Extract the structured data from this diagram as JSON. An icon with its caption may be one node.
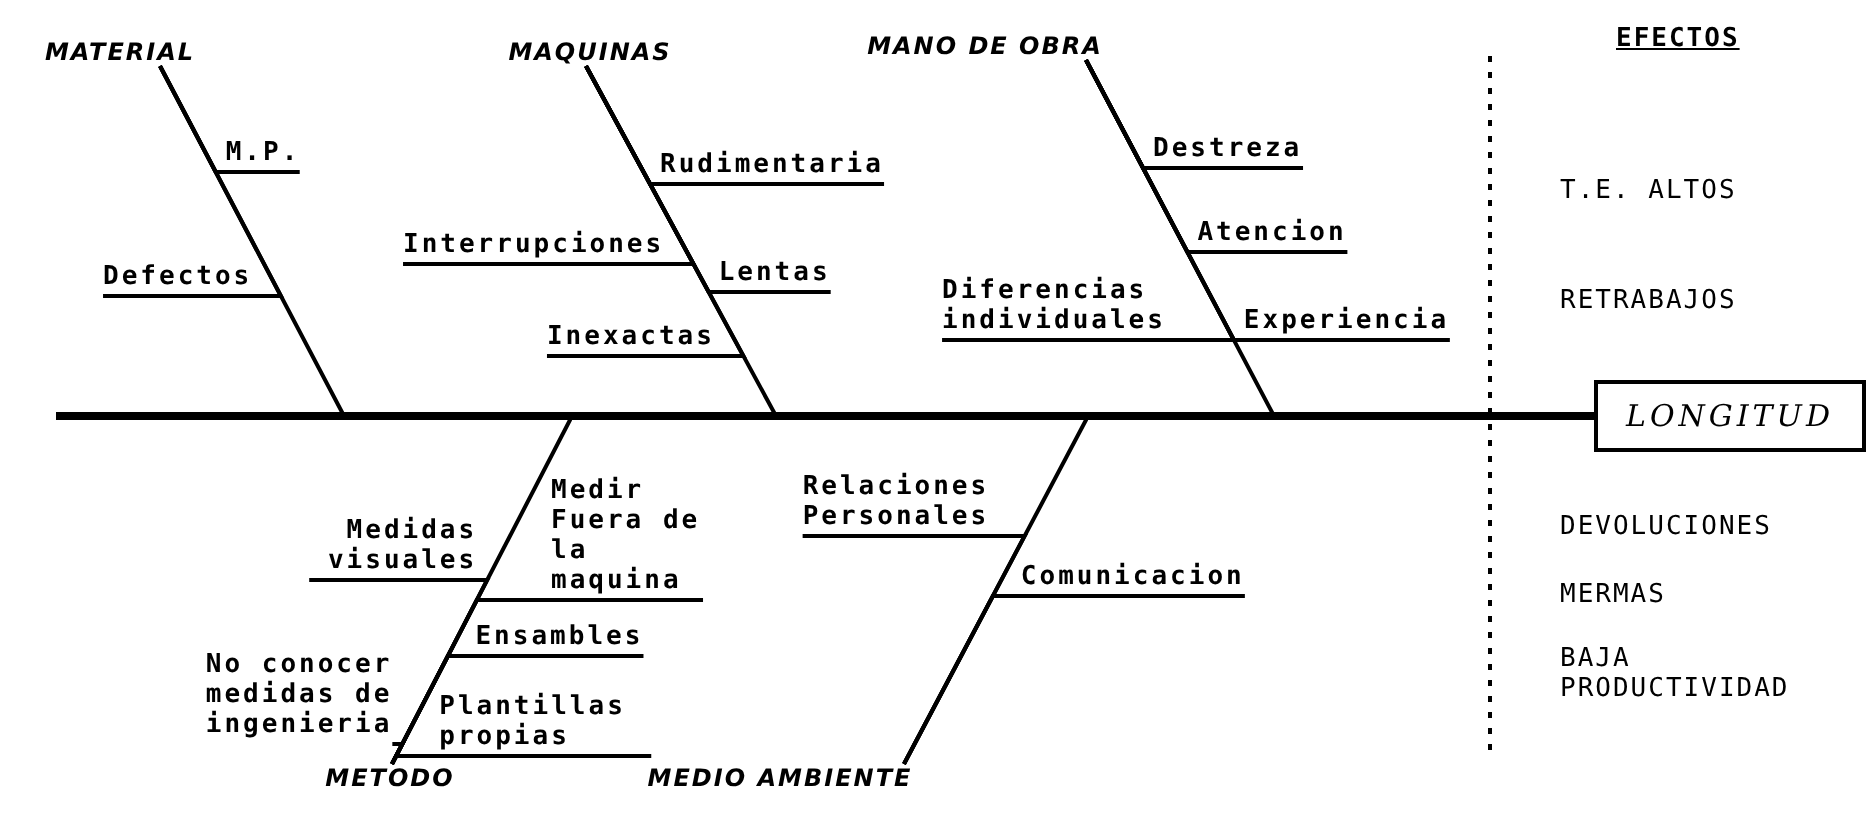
{
  "diagram": {
    "nodes": [
      {
        "text": [
          "MATERIAL"
        ]
      },
      {
        "text": [
          "MAQUINAS"
        ]
      },
      {
        "text": [
          "MANO DE OBRA"
        ]
      },
      {
        "text": [
          "M.P."
        ]
      },
      {
        "text": [
          "Defectos"
        ]
      },
      {
        "text": [
          "Rudimentaria"
        ]
      },
      {
        "text": [
          "Interrupciones"
        ]
      },
      {
        "text": [
          "Lentas"
        ]
      },
      {
        "text": [
          "Inexactas"
        ]
      },
      {
        "text": [
          "Destreza"
        ]
      },
      {
        "text": [
          "Atencion"
        ]
      },
      {
        "text": [
          "Diferencias individuales"
        ]
      },
      {
        "text": [
          "Experiencia"
        ]
      },
      {
        "text": [
          "LONGITUD"
        ]
      },
      {
        "text": [
          "Medidas visuales"
        ]
      },
      {
        "text": [
          "Medir Fuera de la maquina"
        ]
      },
      {
        "text": [
          "Ensambles"
        ]
      },
      {
        "text": [
          "No conocer medidas de ingenieria"
        ]
      },
      {
        "text": [
          "Plantillas propias"
        ]
      },
      {
        "text": [
          "Relaciones Personales"
        ]
      },
      {
        "text": [
          "Comunicacion"
        ]
      },
      {
        "text": [
          "METODO"
        ]
      },
      {
        "text": [
          "MEDIO AMBIENTE"
        ]
      }
    ],
    "edges": [
      {
        "from": 0,
        "to": 13,
        "arrow": "none"
      },
      {
        "from": 1,
        "to": 13,
        "arrow": "none"
      },
      {
        "from": 2,
        "to": 13,
        "arrow": "none"
      },
      {
        "from": 21,
        "to": 13,
        "arrow": "none"
      },
      {
        "from": 22,
        "to": 13,
        "arrow": "none"
      },
      {
        "from": 3,
        "to": 0,
        "arrow": "none"
      },
      {
        "from": 4,
        "to": 0,
        "arrow": "none"
      },
      {
        "from": 5,
        "to": 1,
        "arrow": "none"
      },
      {
        "from": 6,
        "to": 1,
        "arrow": "none"
      },
      {
        "from": 7,
        "to": 1,
        "arrow": "none"
      },
      {
        "from": 8,
        "to": 1,
        "arrow": "none"
      },
      {
        "from": 9,
        "to": 2,
        "arrow": "none"
      },
      {
        "from": 10,
        "to": 2,
        "arrow": "none"
      },
      {
        "from": 11,
        "to": 2,
        "arrow": "none"
      },
      {
        "from": 12,
        "to": 2,
        "arrow": "none"
      },
      {
        "from": 14,
        "to": 21,
        "arrow": "none"
      },
      {
        "from": 15,
        "to": 21,
        "arrow": "none"
      },
      {
        "from": 16,
        "to": 21,
        "arrow": "none"
      },
      {
        "from": 17,
        "to": 21,
        "arrow": "none"
      },
      {
        "from": 18,
        "to": 21,
        "arrow": "none"
      },
      {
        "from": 19,
        "to": 22,
        "arrow": "none"
      },
      {
        "from": 20,
        "to": 22,
        "arrow": "none"
      }
    ],
    "labels": [
      "EFECTOS",
      "T.E. ALTOS",
      "RETRABAJOS",
      "DEVOLUCIONES",
      "MERMAS",
      "BAJA PRODUCTIVIDAD"
    ]
  }
}
